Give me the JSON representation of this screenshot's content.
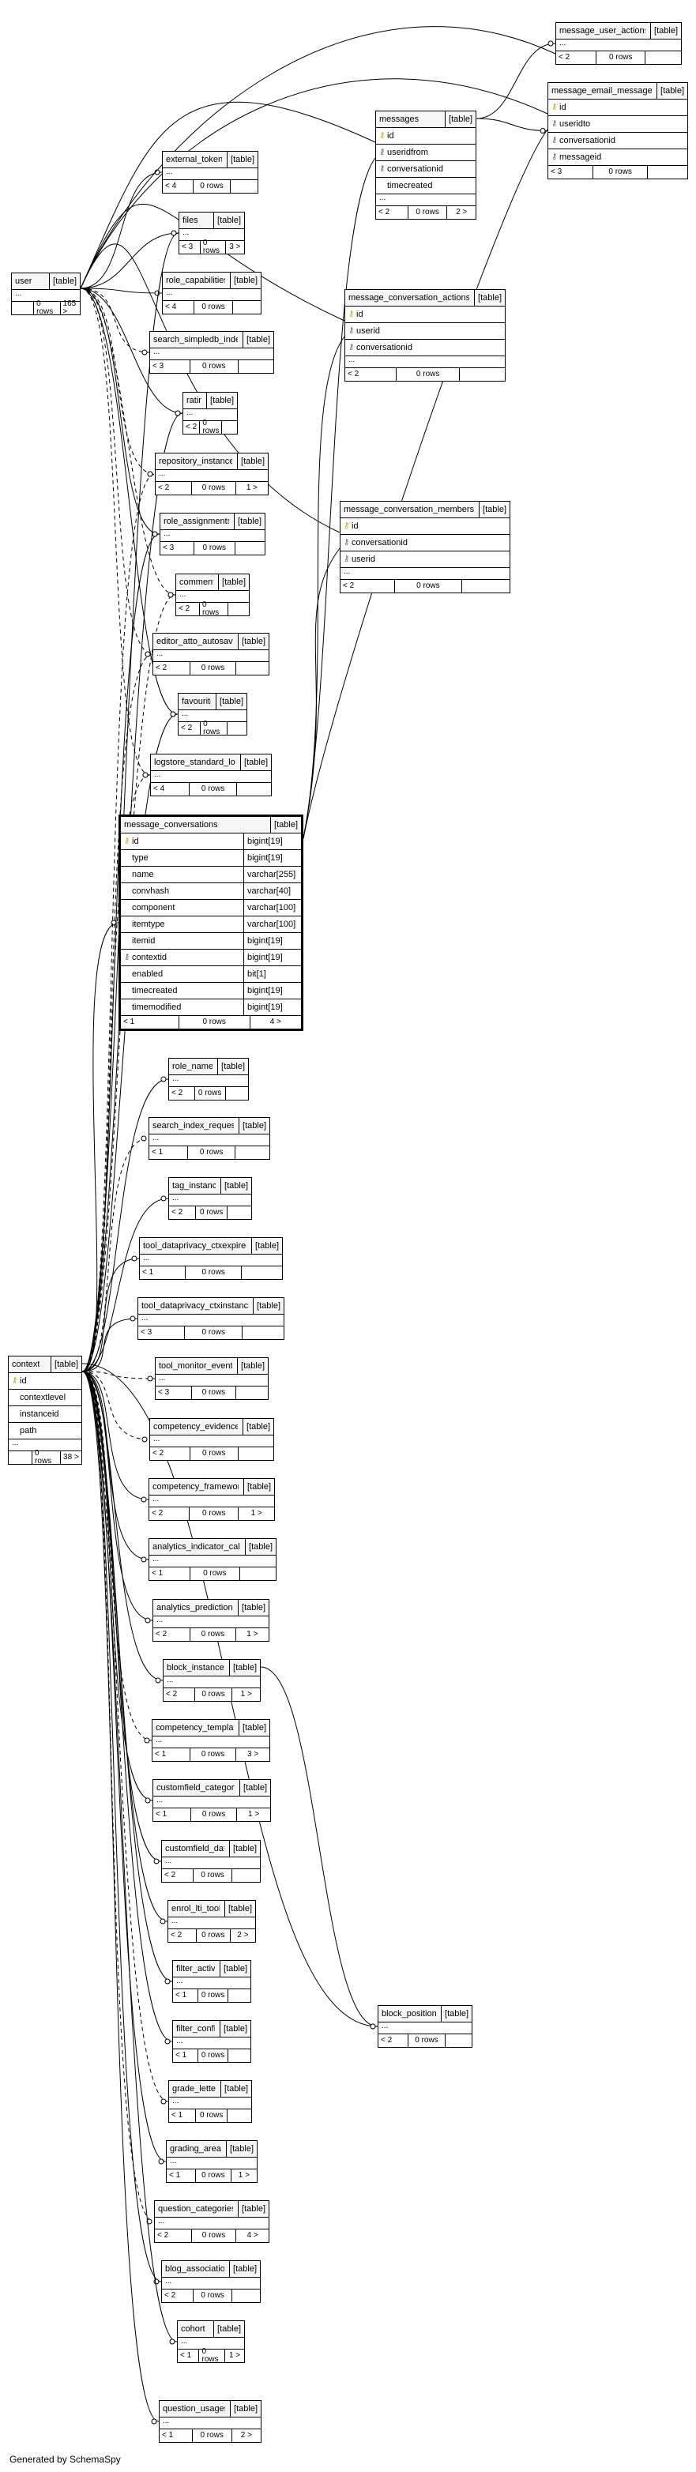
{
  "footer": "Generated by SchemaSpy",
  "kind_label": "[table]",
  "tables": [
    {
      "id": "user",
      "name": "user",
      "cols": [],
      "ellipsis": "...",
      "foot": [
        "",
        "0 rows",
        "165 >"
      ]
    },
    {
      "id": "context",
      "name": "context",
      "cols": [
        {
          "n": "id",
          "k": "pk"
        },
        {
          "n": "contextlevel"
        },
        {
          "n": "instanceid"
        },
        {
          "n": "path"
        }
      ],
      "ellipsis": "...",
      "foot": [
        "",
        "0 rows",
        "38 >"
      ]
    },
    {
      "id": "message_conversations",
      "name": "message_conversations",
      "main": true,
      "cols": [
        {
          "n": "id",
          "t": "bigint[19]",
          "k": "pk"
        },
        {
          "n": "type",
          "t": "bigint[19]"
        },
        {
          "n": "name",
          "t": "varchar[255]"
        },
        {
          "n": "convhash",
          "t": "varchar[40]"
        },
        {
          "n": "component",
          "t": "varchar[100]"
        },
        {
          "n": "itemtype",
          "t": "varchar[100]"
        },
        {
          "n": "itemid",
          "t": "bigint[19]"
        },
        {
          "n": "contextid",
          "t": "bigint[19]",
          "k": "fk"
        },
        {
          "n": "enabled",
          "t": "bit[1]"
        },
        {
          "n": "timecreated",
          "t": "bigint[19]"
        },
        {
          "n": "timemodified",
          "t": "bigint[19]"
        }
      ],
      "foot": [
        "< 1",
        "0 rows",
        "4 >"
      ]
    },
    {
      "id": "messages",
      "name": "messages",
      "cols": [
        {
          "n": "id",
          "k": "pk"
        },
        {
          "n": "useridfrom",
          "k": "fk"
        },
        {
          "n": "conversationid",
          "k": "fk"
        },
        {
          "n": "timecreated"
        }
      ],
      "ellipsis": "...",
      "foot": [
        "< 2",
        "0 rows",
        "2 >"
      ]
    },
    {
      "id": "message_user_actions",
      "name": "message_user_actions",
      "cols": [],
      "ellipsis": "...",
      "foot": [
        "< 2",
        "0 rows",
        ""
      ]
    },
    {
      "id": "message_email_messages",
      "name": "message_email_messages",
      "cols": [
        {
          "n": "id",
          "k": "pk"
        },
        {
          "n": "useridto",
          "k": "fk"
        },
        {
          "n": "conversationid",
          "k": "fk"
        },
        {
          "n": "messageid",
          "k": "fk"
        }
      ],
      "foot": [
        "< 3",
        "0 rows",
        ""
      ]
    },
    {
      "id": "message_conversation_actions",
      "name": "message_conversation_actions",
      "cols": [
        {
          "n": "id",
          "k": "pk"
        },
        {
          "n": "userid",
          "k": "fk"
        },
        {
          "n": "conversationid",
          "k": "fk"
        }
      ],
      "ellipsis": "...",
      "foot": [
        "< 2",
        "0 rows",
        ""
      ]
    },
    {
      "id": "message_conversation_members",
      "name": "message_conversation_members",
      "cols": [
        {
          "n": "id",
          "k": "pk"
        },
        {
          "n": "conversationid",
          "k": "fk"
        },
        {
          "n": "userid",
          "k": "fk"
        }
      ],
      "ellipsis": "...",
      "foot": [
        "< 2",
        "0 rows",
        ""
      ]
    },
    {
      "id": "external_tokens",
      "name": "external_tokens",
      "cols": [],
      "ellipsis": "...",
      "foot": [
        "< 4",
        "0 rows",
        ""
      ]
    },
    {
      "id": "files",
      "name": "files",
      "cols": [],
      "ellipsis": "...",
      "foot": [
        "< 3",
        "0 rows",
        "3 >"
      ]
    },
    {
      "id": "role_capabilities",
      "name": "role_capabilities",
      "cols": [],
      "ellipsis": "...",
      "foot": [
        "< 4",
        "0 rows",
        ""
      ]
    },
    {
      "id": "search_simpledb_index",
      "name": "search_simpledb_index",
      "cols": [],
      "ellipsis": "...",
      "foot": [
        "< 3",
        "0 rows",
        ""
      ]
    },
    {
      "id": "rating",
      "name": "rating",
      "cols": [],
      "ellipsis": "...",
      "foot": [
        "< 2",
        "0 rows",
        ""
      ]
    },
    {
      "id": "repository_instances",
      "name": "repository_instances",
      "cols": [],
      "ellipsis": "...",
      "foot": [
        "< 2",
        "0 rows",
        "1 >"
      ]
    },
    {
      "id": "role_assignments",
      "name": "role_assignments",
      "cols": [],
      "ellipsis": "...",
      "foot": [
        "< 3",
        "0 rows",
        ""
      ]
    },
    {
      "id": "comments",
      "name": "comments",
      "cols": [],
      "ellipsis": "...",
      "foot": [
        "< 2",
        "0 rows",
        ""
      ]
    },
    {
      "id": "editor_atto_autosave",
      "name": "editor_atto_autosave",
      "cols": [],
      "ellipsis": "...",
      "foot": [
        "< 2",
        "0 rows",
        ""
      ]
    },
    {
      "id": "favourite",
      "name": "favourite",
      "cols": [],
      "ellipsis": "...",
      "foot": [
        "< 2",
        "0 rows",
        ""
      ]
    },
    {
      "id": "logstore_standard_log",
      "name": "logstore_standard_log",
      "cols": [],
      "ellipsis": "...",
      "foot": [
        "< 4",
        "0 rows",
        ""
      ]
    },
    {
      "id": "role_names",
      "name": "role_names",
      "cols": [],
      "ellipsis": "...",
      "foot": [
        "< 2",
        "0 rows",
        ""
      ]
    },
    {
      "id": "search_index_requests",
      "name": "search_index_requests",
      "cols": [],
      "ellipsis": "...",
      "foot": [
        "< 1",
        "0 rows",
        ""
      ]
    },
    {
      "id": "tag_instance",
      "name": "tag_instance",
      "cols": [],
      "ellipsis": "...",
      "foot": [
        "< 2",
        "0 rows",
        ""
      ]
    },
    {
      "id": "tool_dataprivacy_ctxexpired",
      "name": "tool_dataprivacy_ctxexpired",
      "cols": [],
      "ellipsis": "...",
      "foot": [
        "< 1",
        "0 rows",
        ""
      ]
    },
    {
      "id": "tool_dataprivacy_ctxinstance",
      "name": "tool_dataprivacy_ctxinstance",
      "cols": [],
      "ellipsis": "...",
      "foot": [
        "< 3",
        "0 rows",
        ""
      ]
    },
    {
      "id": "tool_monitor_events",
      "name": "tool_monitor_events",
      "cols": [],
      "ellipsis": "...",
      "foot": [
        "< 3",
        "0 rows",
        ""
      ]
    },
    {
      "id": "competency_evidence",
      "name": "competency_evidence",
      "cols": [],
      "ellipsis": "...",
      "foot": [
        "< 2",
        "0 rows",
        ""
      ]
    },
    {
      "id": "competency_framework",
      "name": "competency_framework",
      "cols": [],
      "ellipsis": "...",
      "foot": [
        "< 2",
        "0 rows",
        "1 >"
      ]
    },
    {
      "id": "analytics_indicator_calc",
      "name": "analytics_indicator_calc",
      "cols": [],
      "ellipsis": "...",
      "foot": [
        "< 1",
        "0 rows",
        ""
      ]
    },
    {
      "id": "analytics_predictions",
      "name": "analytics_predictions",
      "cols": [],
      "ellipsis": "...",
      "foot": [
        "< 2",
        "0 rows",
        "1 >"
      ]
    },
    {
      "id": "block_instances",
      "name": "block_instances",
      "cols": [],
      "ellipsis": "...",
      "foot": [
        "< 2",
        "0 rows",
        "1 >"
      ]
    },
    {
      "id": "competency_template",
      "name": "competency_template",
      "cols": [],
      "ellipsis": "...",
      "foot": [
        "< 1",
        "0 rows",
        "3 >"
      ]
    },
    {
      "id": "customfield_category",
      "name": "customfield_category",
      "cols": [],
      "ellipsis": "...",
      "foot": [
        "< 1",
        "0 rows",
        "1 >"
      ]
    },
    {
      "id": "customfield_data",
      "name": "customfield_data",
      "cols": [],
      "ellipsis": "...",
      "foot": [
        "< 2",
        "0 rows",
        ""
      ]
    },
    {
      "id": "enrol_lti_tools",
      "name": "enrol_lti_tools",
      "cols": [],
      "ellipsis": "...",
      "foot": [
        "< 2",
        "0 rows",
        "2 >"
      ]
    },
    {
      "id": "filter_active",
      "name": "filter_active",
      "cols": [],
      "ellipsis": "...",
      "foot": [
        "< 1",
        "0 rows",
        ""
      ]
    },
    {
      "id": "filter_config",
      "name": "filter_config",
      "cols": [],
      "ellipsis": "...",
      "foot": [
        "< 1",
        "0 rows",
        ""
      ]
    },
    {
      "id": "grade_letters",
      "name": "grade_letters",
      "cols": [],
      "ellipsis": "...",
      "foot": [
        "< 1",
        "0 rows",
        ""
      ]
    },
    {
      "id": "grading_areas",
      "name": "grading_areas",
      "cols": [],
      "ellipsis": "...",
      "foot": [
        "< 1",
        "0 rows",
        "1 >"
      ]
    },
    {
      "id": "question_categories",
      "name": "question_categories",
      "cols": [],
      "ellipsis": "...",
      "foot": [
        "< 2",
        "0 rows",
        "4 >"
      ]
    },
    {
      "id": "blog_association",
      "name": "blog_association",
      "cols": [],
      "ellipsis": "...",
      "foot": [
        "< 2",
        "0 rows",
        ""
      ]
    },
    {
      "id": "block_positions",
      "name": "block_positions",
      "cols": [],
      "ellipsis": "...",
      "foot": [
        "< 2",
        "0 rows",
        ""
      ]
    },
    {
      "id": "cohort",
      "name": "cohort",
      "cols": [],
      "ellipsis": "...",
      "foot": [
        "< 1",
        "0 rows",
        "1 >"
      ]
    },
    {
      "id": "question_usages",
      "name": "question_usages",
      "cols": [],
      "ellipsis": "...",
      "foot": [
        "< 1",
        "0 rows",
        "2 >"
      ]
    }
  ]
}
